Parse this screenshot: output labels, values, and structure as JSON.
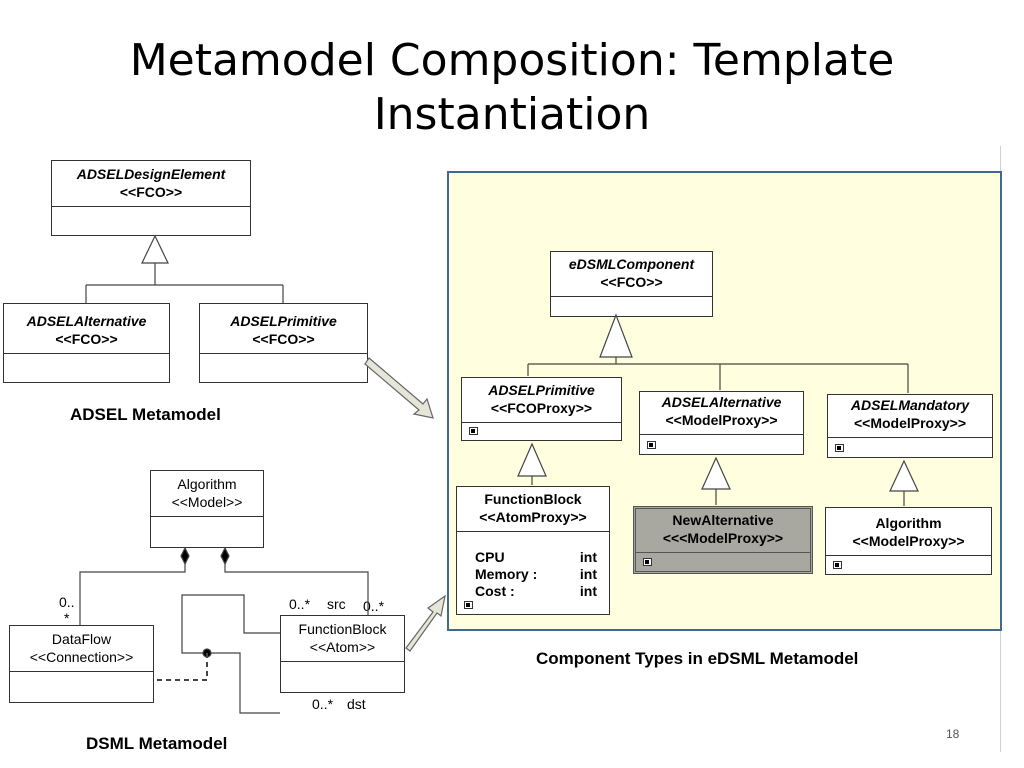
{
  "title": {
    "line1": "Metamodel Composition: Template",
    "line2": "Instantiation"
  },
  "adsel": {
    "design_element": {
      "name": "ADSELDesignElement",
      "stereotype": "<<FCO>>"
    },
    "alternative": {
      "name": "ADSELAlternative",
      "stereotype": "<<FCO>>"
    },
    "primitive": {
      "name": "ADSELPrimitive",
      "stereotype": "<<FCO>>"
    },
    "caption": "ADSEL Metamodel"
  },
  "dsml": {
    "algorithm": {
      "name": "Algorithm",
      "stereotype": "<<Model>>"
    },
    "dataflow": {
      "name": "DataFlow",
      "stereotype": "<<Connection>>"
    },
    "functionblock": {
      "name": "FunctionBlock",
      "stereotype": "<<Atom>>"
    },
    "mult_dataflow_top": "0..",
    "mult_dataflow_bottom": "*",
    "mult_src": "0..*",
    "role_src": "src",
    "mult_fb_right": "0..*",
    "mult_dst": "0..*",
    "role_dst": "dst",
    "caption": "DSML Metamodel"
  },
  "edsml": {
    "component": {
      "name": "eDSMLComponent",
      "stereotype": "<<FCO>>"
    },
    "primitive": {
      "name": "ADSELPrimitive",
      "stereotype": "<<FCOProxy>>"
    },
    "alternative": {
      "name": "ADSELAlternative",
      "stereotype": "<<ModelProxy>>"
    },
    "mandatory": {
      "name": "ADSELMandatory",
      "stereotype": "<<ModelProxy>>"
    },
    "functionblock": {
      "name": "FunctionBlock",
      "stereotype": "<<AtomProxy>>",
      "attributes": [
        {
          "name": "CPU",
          "type": "int"
        },
        {
          "name": "Memory :",
          "type": "int"
        },
        {
          "name": "Cost :",
          "type": "int"
        }
      ]
    },
    "newalternative": {
      "name": "NewAlternative",
      "stereotype": "<<<ModelProxy>>"
    },
    "algorithm": {
      "name": "Algorithm",
      "stereotype": "<<ModelProxy>>"
    },
    "caption": "Component Types in eDSML Metamodel"
  },
  "page_number": "18",
  "colors": {
    "panel_bg": "#ffffe0",
    "panel_border": "#41688f",
    "selected_fill": "#a8a8a0"
  }
}
